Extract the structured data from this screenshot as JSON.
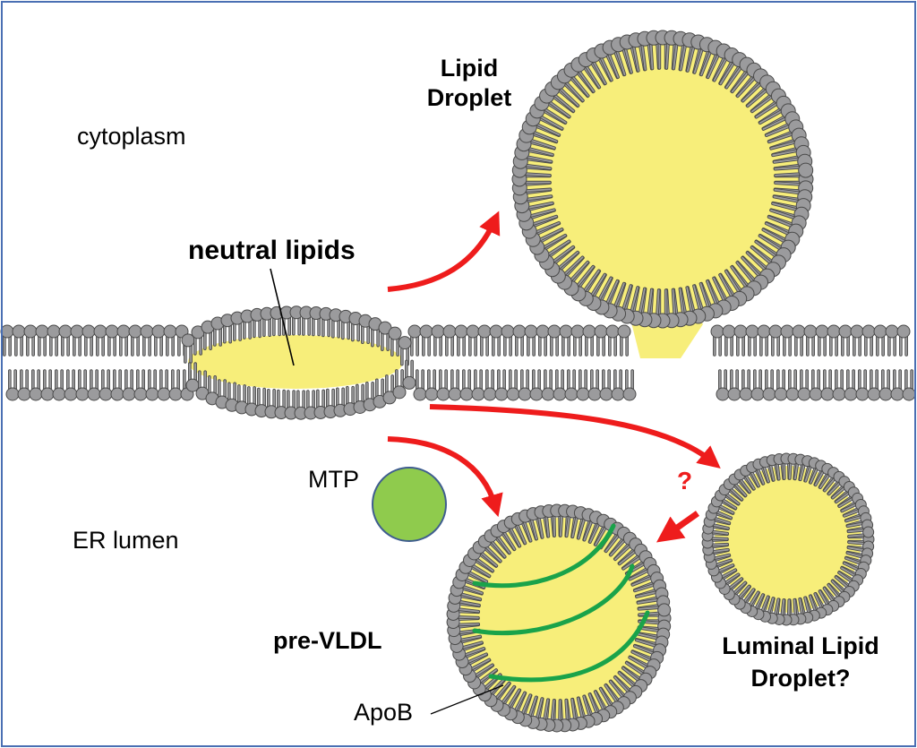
{
  "title": "ER lipid droplet and pre-VLDL biogenesis",
  "labels": {
    "cytoplasm": "cytoplasm",
    "er_lumen": "ER lumen",
    "neutral_lipids": "neutral lipids",
    "lipid_droplet_line1": "Lipid",
    "lipid_droplet_line2": "Droplet",
    "mtp": "MTP",
    "pre_vldl": "pre-VLDL",
    "apob": "ApoB",
    "luminal_ld_line1": "Luminal Lipid",
    "luminal_ld_line2": "Droplet?",
    "question_mark": "?"
  },
  "colors": {
    "lipid_head": "#9b9b9d",
    "lipid_outline": "#4a4a4a",
    "neutral_lipid_core": "#f7ee7a",
    "arrow": "#ee1c1c",
    "mtp_fill": "#8fcb4d",
    "mtp_outline": "#3f5d8f",
    "apob": "#1aa34a",
    "frame": "#4a6fb3"
  },
  "components": [
    "ER membrane bilayer",
    "neutral lipid lens",
    "cytoplasmic lipid droplet",
    "MTP",
    "pre-VLDL particle with ApoB",
    "luminal lipid droplet"
  ]
}
